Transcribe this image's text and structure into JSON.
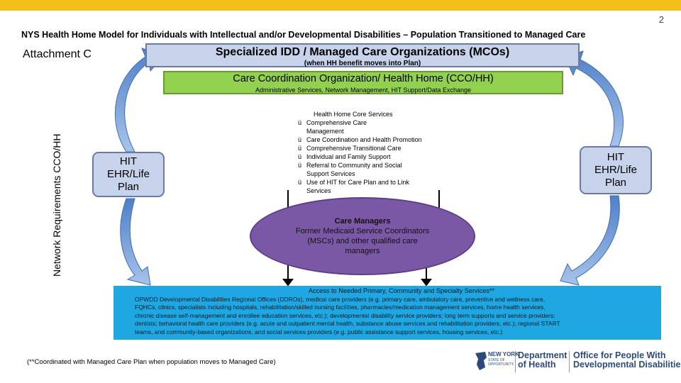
{
  "slide_number": "2",
  "title": "NYS Health Home Model for Individuals with Intellectual and/or Developmental Disabilities – Population Transitioned to Managed Care",
  "attachment_label": "Attachment C",
  "mco": {
    "title": "Specialized IDD / Managed Care Organizations (MCOs)",
    "subtitle": "(when HH benefit moves into Plan)"
  },
  "cco": {
    "title": "Care Coordination Organization/ Health Home (CCO/HH)",
    "subtitle": "Administrative Services, Network Management, HIT Support/Data Exchange"
  },
  "network_requirements": "Network Requirements CCO/HH",
  "hit_left": [
    "HIT",
    "EHR/Life",
    "Plan"
  ],
  "hit_right": [
    "HIT",
    "EHR/Life",
    "Plan"
  ],
  "core_services": {
    "title": "Health Home Core Services",
    "check_glyph": "ü",
    "items": [
      [
        "Comprehensive Care",
        "Management"
      ],
      [
        "Care Coordination and Health Promotion"
      ],
      [
        "Comprehensive Transitional Care"
      ],
      [
        "Individual and Family Support"
      ],
      [
        "Referral to Community and Social",
        "Support Services"
      ],
      [
        "Use of HIT for Care Plan and to Link",
        "Services"
      ]
    ]
  },
  "care_managers": {
    "title": "Care Managers",
    "lines": [
      "Former Medicaid Service Coordinators",
      "(MSCs) and other qualified care",
      "managers"
    ]
  },
  "services": {
    "title": "Access to Needed Primary, Community and Specialty Services**",
    "lines": [
      "OPWDD Developmental Disabilities Regional Offices (DDROs), medical care providers (e.g. primary care, ambulatory care, preventive and wellness care,",
      "FQHCs, clinics, specialists including hospitals, rehabilitation/skilled nursing facilities, pharmacies/medication management services, home health services,",
      "chronic disease self-management and enrollee education services, etc.); developmental disability service providers; long term supports and service providers;",
      "dentists; behavioral health care providers (e.g. acute and outpatient mental health, substance abuse services and rehabilitation providers, etc.); regional START",
      "teams, and community-based organizations, and social services providers (e.g. public assistance support services, housing services, etc.)"
    ]
  },
  "footnote": "(**Coordinated with Managed Care Plan when population moves to Managed Care)",
  "logos": {
    "ny_text": "NEW YORK",
    "ny_small": [
      "STATE OF",
      "OPPORTUNITY."
    ],
    "department": [
      "Department",
      "of Health"
    ],
    "opwdd": [
      "Office for People With",
      "Developmental Disabilities"
    ]
  },
  "colors": {
    "topbar": "#f2c01b",
    "mco_fill": "#c6d3ea",
    "cco_fill": "#92d050",
    "care_managers_fill": "#7a58a6",
    "services_fill": "#1fa7e1",
    "arrow_fill": "#5b8fd4"
  }
}
